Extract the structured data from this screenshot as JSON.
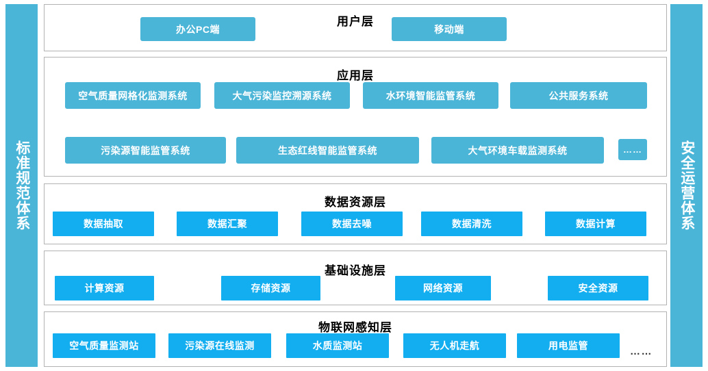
{
  "sidebars": {
    "left": {
      "label": "标准规范体系"
    },
    "right": {
      "label": "安全运营体系"
    }
  },
  "layers": [
    {
      "id": "user-layer",
      "title": "用户层",
      "boxes": [
        {
          "label": "办公PC端",
          "style": "muted"
        },
        {
          "label": "移动端",
          "style": "muted"
        }
      ]
    },
    {
      "id": "application-layer",
      "title": "应用层",
      "boxes": [
        {
          "label": "空气质量网格化监测系统",
          "style": "muted"
        },
        {
          "label": "大气污染监控溯源系统",
          "style": "muted"
        },
        {
          "label": "水环境智能监管系统",
          "style": "muted"
        },
        {
          "label": "公共服务系统",
          "style": "muted"
        },
        {
          "label": "污染源智能监管系统",
          "style": "muted"
        },
        {
          "label": "生态红线智能监管系统",
          "style": "muted"
        },
        {
          "label": "大气环境车载监测系统",
          "style": "muted"
        },
        {
          "label": "……",
          "style": "muted"
        }
      ]
    },
    {
      "id": "data-resource-layer",
      "title": "数据资源层",
      "boxes": [
        {
          "label": "数据抽取",
          "style": "bright"
        },
        {
          "label": "数据汇聚",
          "style": "bright"
        },
        {
          "label": "数据去噪",
          "style": "bright"
        },
        {
          "label": "数据清洗",
          "style": "bright"
        },
        {
          "label": "数据计算",
          "style": "bright"
        }
      ]
    },
    {
      "id": "infrastructure-layer",
      "title": "基础设施层",
      "boxes": [
        {
          "label": "计算资源",
          "style": "bright"
        },
        {
          "label": "存储资源",
          "style": "bright"
        },
        {
          "label": "网络资源",
          "style": "bright"
        },
        {
          "label": "安全资源",
          "style": "bright"
        }
      ]
    },
    {
      "id": "iot-sensing-layer",
      "title": "物联网感知层",
      "boxes": [
        {
          "label": "空气质量监测站",
          "style": "bright"
        },
        {
          "label": "污染源在线监测",
          "style": "bright"
        },
        {
          "label": "水质监测站",
          "style": "bright"
        },
        {
          "label": "无人机走航",
          "style": "bright"
        },
        {
          "label": "用电监管",
          "style": "bright"
        }
      ],
      "trailing_dots": "……"
    }
  ],
  "colors": {
    "muted_blue": "#4bb5d8",
    "bright_blue": "#12aef0",
    "panel_border": "#b2b2b2",
    "title_text": "#000000",
    "box_text": "#ffffff"
  }
}
